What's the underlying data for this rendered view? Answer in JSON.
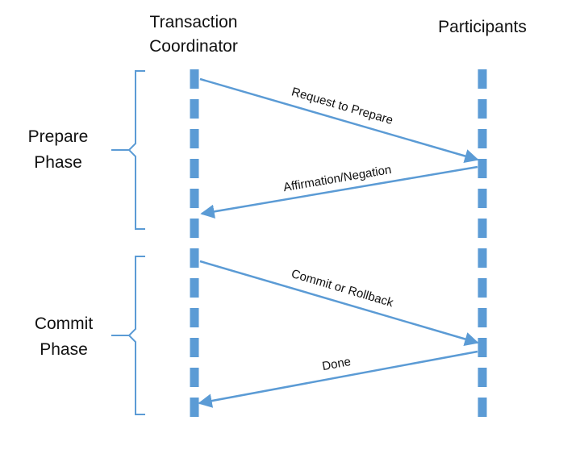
{
  "headers": {
    "coordinator_line1": "Transaction",
    "coordinator_line2": "Coordinator",
    "participants": "Participants"
  },
  "phases": {
    "prepare_line1": "Prepare",
    "prepare_line2": "Phase",
    "commit_line1": "Commit",
    "commit_line2": "Phase"
  },
  "messages": [
    {
      "label": "Request to Prepare",
      "from": "coordinator",
      "to": "participants"
    },
    {
      "label": "Affirmation/Negation",
      "from": "participants",
      "to": "coordinator"
    },
    {
      "label": "Commit or Rollback",
      "from": "coordinator",
      "to": "participants"
    },
    {
      "label": "Done",
      "from": "participants",
      "to": "coordinator"
    }
  ],
  "colors": {
    "lifeline": "#5b9bd5",
    "arrow": "#5b9bd5",
    "text": "#111111"
  }
}
